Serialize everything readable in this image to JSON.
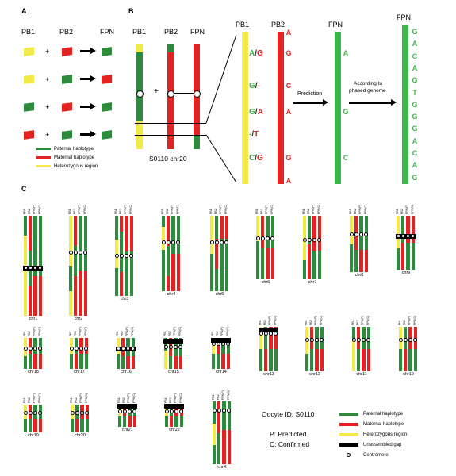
{
  "colors": {
    "paternal": "#2e8b3d",
    "maternal": "#e32222",
    "heterozygous": "#f2e94a",
    "gap": "#000000",
    "light_green": "#3cb54a"
  },
  "panelA": {
    "label": "A",
    "headers": [
      "PB1",
      "PB2",
      "FPN"
    ],
    "rows": [
      {
        "pb1": "heterozygous",
        "pb2": "maternal",
        "fpn": "paternal"
      },
      {
        "pb1": "heterozygous",
        "pb2": "paternal",
        "fpn": "maternal"
      },
      {
        "pb1": "paternal",
        "pb2": "maternal",
        "fpn": "paternal"
      },
      {
        "pb1": "maternal",
        "pb2": "paternal",
        "fpn": "paternal"
      }
    ],
    "plus": "+",
    "legend": [
      "Paternal haplotype",
      "Maternal haplotype",
      "Heterozygous region"
    ]
  },
  "panelB": {
    "label": "B",
    "headers": [
      "PB1",
      "PB2",
      "FPN"
    ],
    "plus": "+",
    "caption": "S0110 chr20",
    "zoom_headers": {
      "pb1": "PB1",
      "pb2": "PB2",
      "fpn": "FPN",
      "fpn2": "FPN"
    },
    "pb1_bases": [
      "A/G",
      "G/-",
      "G/A",
      "-/T",
      "C/G"
    ],
    "pb2_bases": [
      "A",
      "G",
      "C",
      "A",
      "G",
      "A"
    ],
    "fpn_bases": [
      "A",
      "G",
      "C"
    ],
    "phased_bases": [
      "G",
      "A",
      "C",
      "A",
      "G",
      "T",
      "G",
      "G",
      "G",
      "A",
      "C",
      "A",
      "G"
    ],
    "arrow1": "Prediction",
    "arrow2_line1": "According to",
    "arrow2_line2": "phased genome"
  },
  "panelC": {
    "label": "C",
    "track_labels": [
      "PB1",
      "PB2",
      "FPN(P)",
      "FPN(C)"
    ],
    "chromosomes": [
      "chr1",
      "chr2",
      "chr3",
      "chr4",
      "chr5",
      "chr6",
      "chr7",
      "chr8",
      "chr9",
      "chr18",
      "chr17",
      "chr16",
      "chr15",
      "chr14",
      "chr13",
      "chr12",
      "chr11",
      "chr10",
      "chr19",
      "chr20",
      "chr21",
      "chr22",
      "chrX"
    ],
    "oocyte": "Oocyte ID: S0110",
    "pred": "P:  Predicted",
    "conf": "C:  Confirmed",
    "legend": [
      "Paternal haplotype",
      "Maternal haplotype",
      "Heterozygous region",
      "Unassembled gap",
      "Centromere"
    ]
  }
}
